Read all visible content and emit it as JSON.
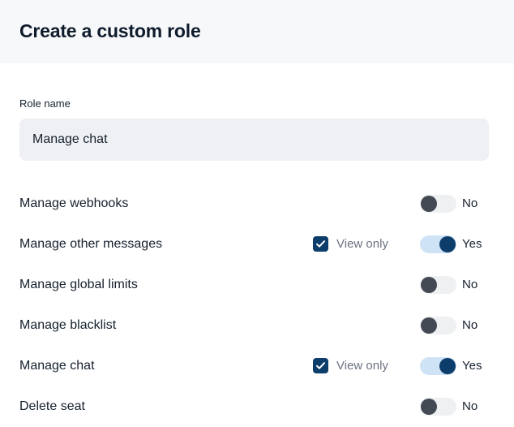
{
  "header": {
    "title": "Create a custom role"
  },
  "form": {
    "role_name": {
      "label": "Role name",
      "value": "Manage chat",
      "placeholder": "Role name"
    }
  },
  "colors": {
    "header_bg": "#f7f8fa",
    "page_bg": "#ffffff",
    "title": "#0e1b2b",
    "input_bg": "#eef0f3",
    "accent_navy": "#0d3d6b",
    "toggle_off_track": "#eef0f2",
    "toggle_off_knob": "#434a54",
    "toggle_on_track": "#cfe3f7",
    "muted_text": "#6b7280"
  },
  "permissions": {
    "view_only_label": "View only",
    "toggle_on_label": "Yes",
    "toggle_off_label": "No",
    "rows": [
      {
        "label": "Manage webhooks",
        "has_view_only": false,
        "view_only_label": "View only",
        "view_only_checked": false,
        "enabled": false,
        "state_label": "No"
      },
      {
        "label": "Manage other messages",
        "has_view_only": true,
        "view_only_label": "View only",
        "view_only_checked": true,
        "enabled": true,
        "state_label": "Yes"
      },
      {
        "label": "Manage global limits",
        "has_view_only": false,
        "view_only_label": "View only",
        "view_only_checked": false,
        "enabled": false,
        "state_label": "No"
      },
      {
        "label": "Manage blacklist",
        "has_view_only": false,
        "view_only_label": "View only",
        "view_only_checked": false,
        "enabled": false,
        "state_label": "No"
      },
      {
        "label": "Manage chat",
        "has_view_only": true,
        "view_only_label": "View only",
        "view_only_checked": true,
        "enabled": true,
        "state_label": "Yes"
      },
      {
        "label": "Delete seat",
        "has_view_only": false,
        "view_only_label": "View only",
        "view_only_checked": false,
        "enabled": false,
        "state_label": "No"
      }
    ]
  }
}
